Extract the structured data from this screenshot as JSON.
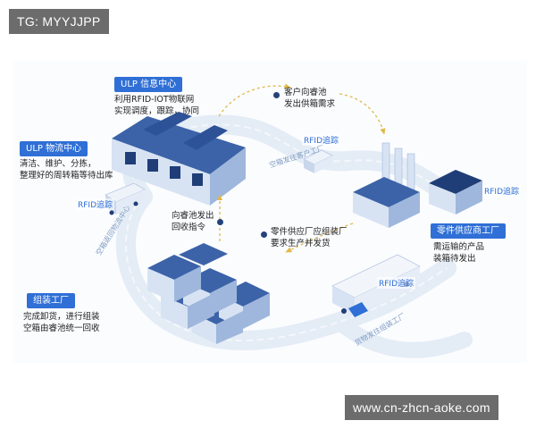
{
  "watermarks": {
    "top": "TG: MYYJJPP",
    "bottom": "www.cn-zhcn-aoke.com"
  },
  "nodes": {
    "info_center": {
      "title": "ULP 信息中心",
      "description": "利用RFID-IOT物联网\n实现调度，跟踪，协同"
    },
    "logistics_center": {
      "title": "ULP 物流中心",
      "description": "清洁、维护、分拣，\n整理好的周转箱等待出库"
    },
    "assembly_plant": {
      "title": "组装工厂",
      "description": "完成卸货，进行组装\n空箱由睿池统一回收"
    },
    "parts_supplier": {
      "title": "零件供应商工厂",
      "description": "需运输的产品\n装箱待发出"
    }
  },
  "flows": {
    "customer_request": "客户向睿池\n发出供箱需求",
    "recycle_command": "向睿池发出\n回收指令",
    "supplier_ship": "零件供应厂应组装厂\n要求生产并发货"
  },
  "rfid_labels": [
    "RFID追踪",
    "RFID追踪",
    "RFID追踪",
    "RFID追踪"
  ],
  "road_labels": {
    "to_customer": "空箱发往客户工厂",
    "to_assembly": "货物发往组装工厂",
    "return": "空箱返回物流中心"
  },
  "colors": {
    "accent": "#2f6fd6",
    "road": "#e4ecf6",
    "building_roof": "#3c63a8",
    "building_wall": "#d7e3f3",
    "building_dark": "#1f3d77",
    "arrow": "#e0b84a"
  }
}
